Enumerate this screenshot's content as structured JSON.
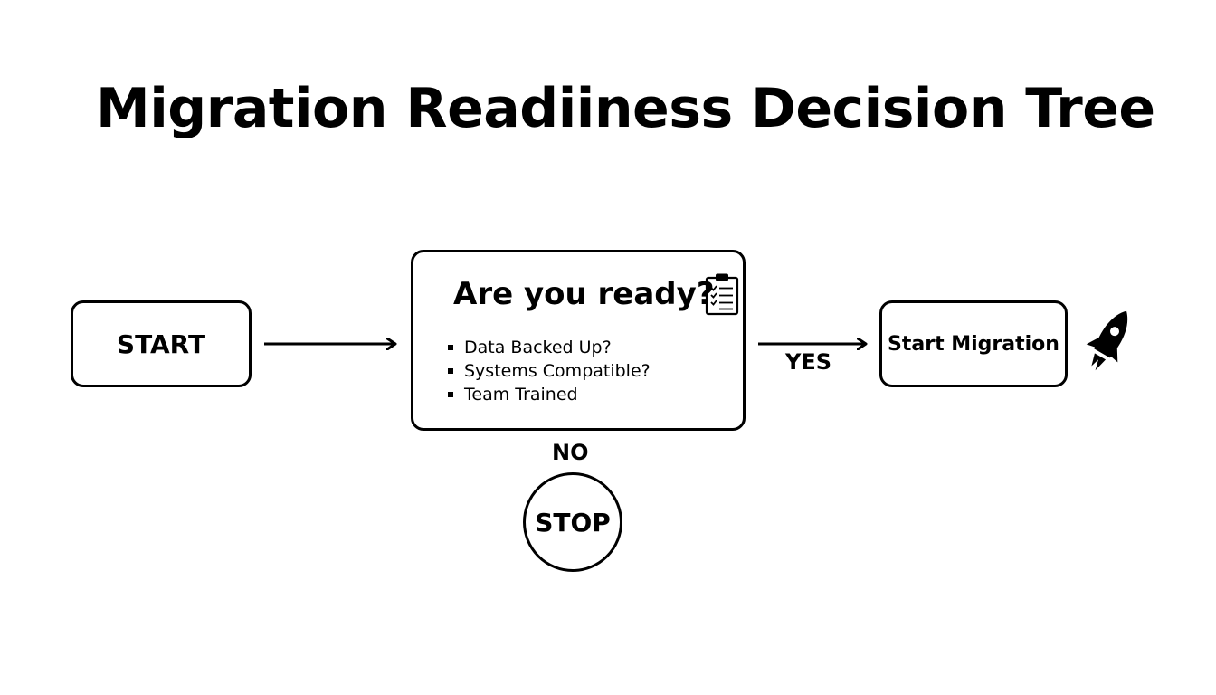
{
  "title": "Migration Readiiness Decision Tree",
  "nodes": {
    "start": {
      "label": "START"
    },
    "question": {
      "title": "Are you ready?",
      "items": [
        "Data Backed Up?",
        "Systems Compatible?",
        "Team Trained"
      ]
    },
    "migrate": {
      "label": "Start Migration"
    },
    "stop": {
      "label": "STOP"
    }
  },
  "edges": {
    "yes": {
      "label": "YES"
    },
    "no": {
      "label": "NO"
    }
  },
  "icons": {
    "question": "clipboard-checklist-icon",
    "migrate": "rocket-icon"
  },
  "colors": {
    "stroke": "#000000",
    "background": "#ffffff"
  }
}
